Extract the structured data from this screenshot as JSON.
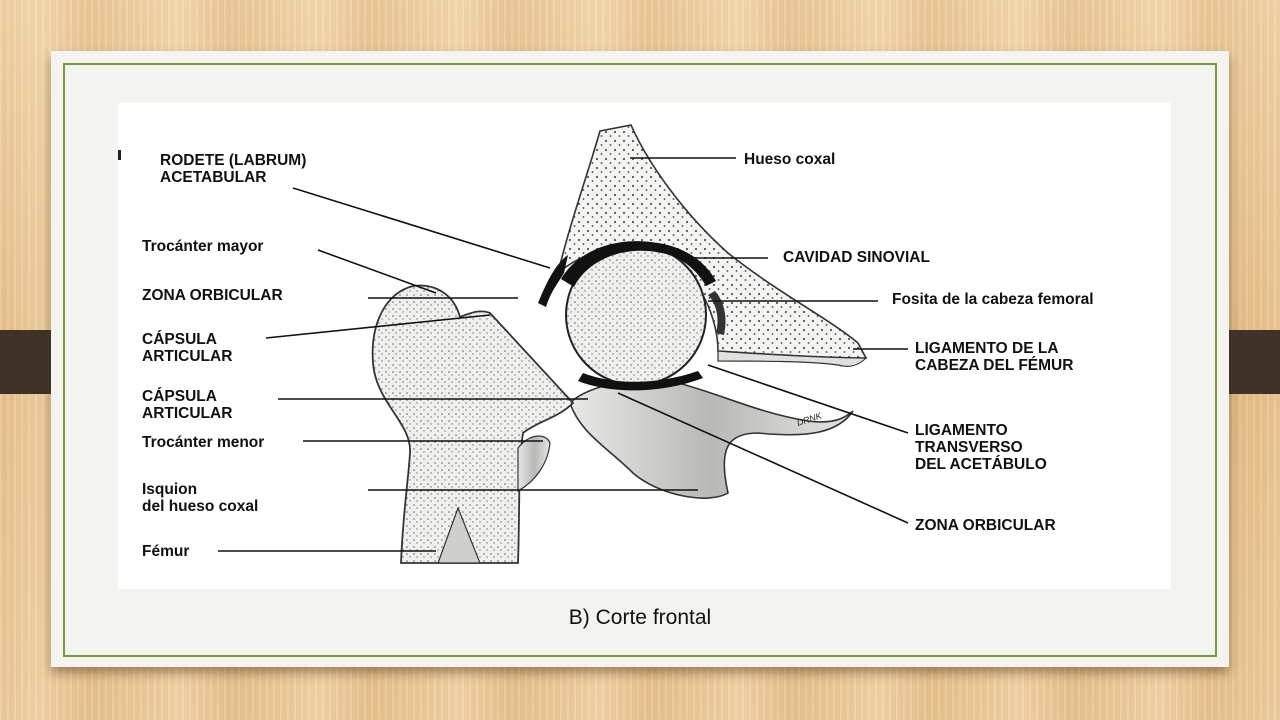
{
  "labels": {
    "rodete": "RODETE (LABRUM)\nACETABULAR",
    "trocanter_mayor": "Trocánter mayor",
    "zona_orbicular_left": "ZONA ORBICULAR",
    "capsula_1": "CÁPSULA\nARTICULAR",
    "capsula_2": "CÁPSULA\nARTICULAR",
    "trocanter_menor": "Trocánter menor",
    "isquion": "Isquion\ndel hueso coxal",
    "femur": "Fémur",
    "hueso_coxal": "Hueso coxal",
    "cavidad_sinovial": "CAVIDAD SINOVIAL",
    "fosita": "Fosita de la cabeza femoral",
    "ligamento_cabeza": "LIGAMENTO DE LA\nCABEZA DEL FÉMUR",
    "ligamento_transverso": "LIGAMENTO\nTRANSVERSO\nDEL ACETÁBULO",
    "zona_orbicular_right": "ZONA ORBICULAR",
    "signature": "DRNK"
  },
  "caption": "B) Corte frontal"
}
